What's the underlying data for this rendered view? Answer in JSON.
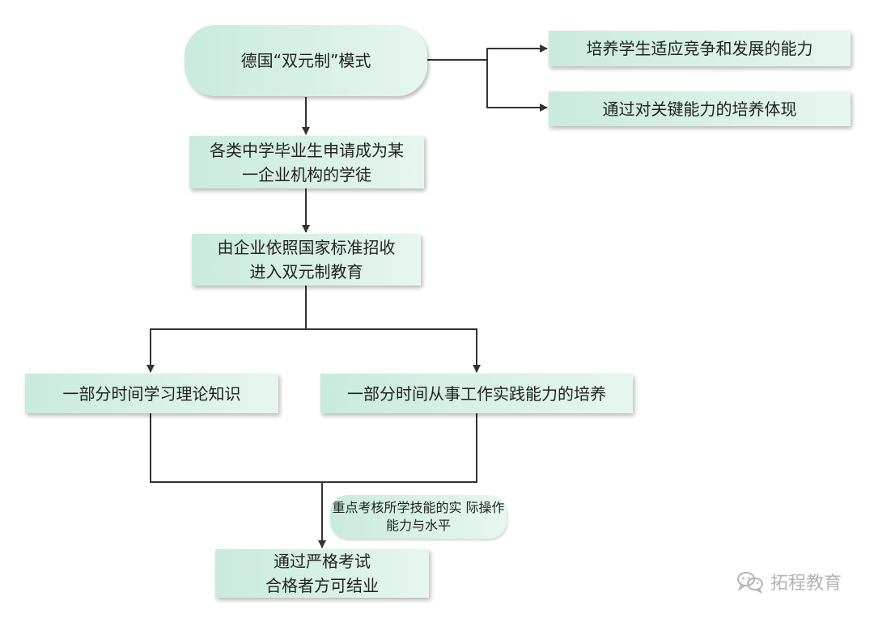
{
  "nodes": {
    "root": "德国“双元制”模式",
    "goal_1": "培养学生适应竞争和发展的能力",
    "goal_2": "通过对关键能力的培养体现",
    "step_1": [
      "各类中学毕业生申请成为某",
      "一企业机构的学徒"
    ],
    "step_2": [
      "由企业依照国家标准招收",
      "进入双元制教育"
    ],
    "theory": "一部分时间学习理论知识",
    "practice": "一部分时间从事工作实践能力的培养",
    "final": [
      "通过严格考试",
      "合格者方可结业"
    ]
  },
  "note": [
    "重点考核所学技能的实",
    "际操作能力与水平"
  ],
  "watermark": {
    "icon": "wechat-icon",
    "text": "拓程教育"
  },
  "colors": {
    "node_fill": "#c9ebdb",
    "line": "#333333",
    "watermark": "#b4b4b4"
  }
}
